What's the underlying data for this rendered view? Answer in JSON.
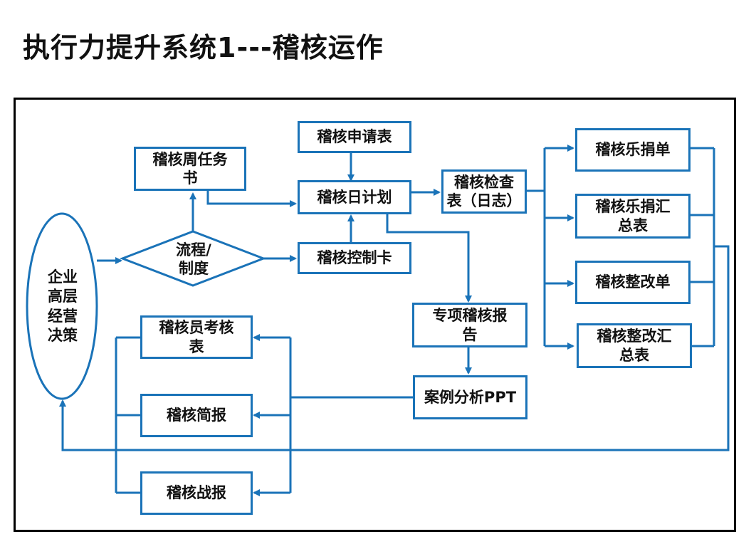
{
  "title": "执行力提升系统1---稽核运作",
  "nodes": {
    "decision": "企业\n高层\n经营\n决策",
    "process": "流程/\n制度",
    "weekly": "稽核周任务\n书",
    "apply": "稽核申请表",
    "daily": "稽核日计划",
    "control": "稽核控制卡",
    "checklist": "稽核检查\n表（日志）",
    "special": "专项稽核报\n告",
    "case": "案例分析PPT",
    "donate": "稽核乐捐单",
    "donate_sum": "稽核乐捐汇\n总表",
    "rectify": "稽核整改单",
    "rectify_sum": "稽核整改汇\n总表",
    "auditor": "稽核员考核\n表",
    "brief": "稽核简报",
    "battle": "稽核战报"
  },
  "colors": {
    "accent": "#1a73b8",
    "frame": "#000000",
    "text": "#111111"
  }
}
